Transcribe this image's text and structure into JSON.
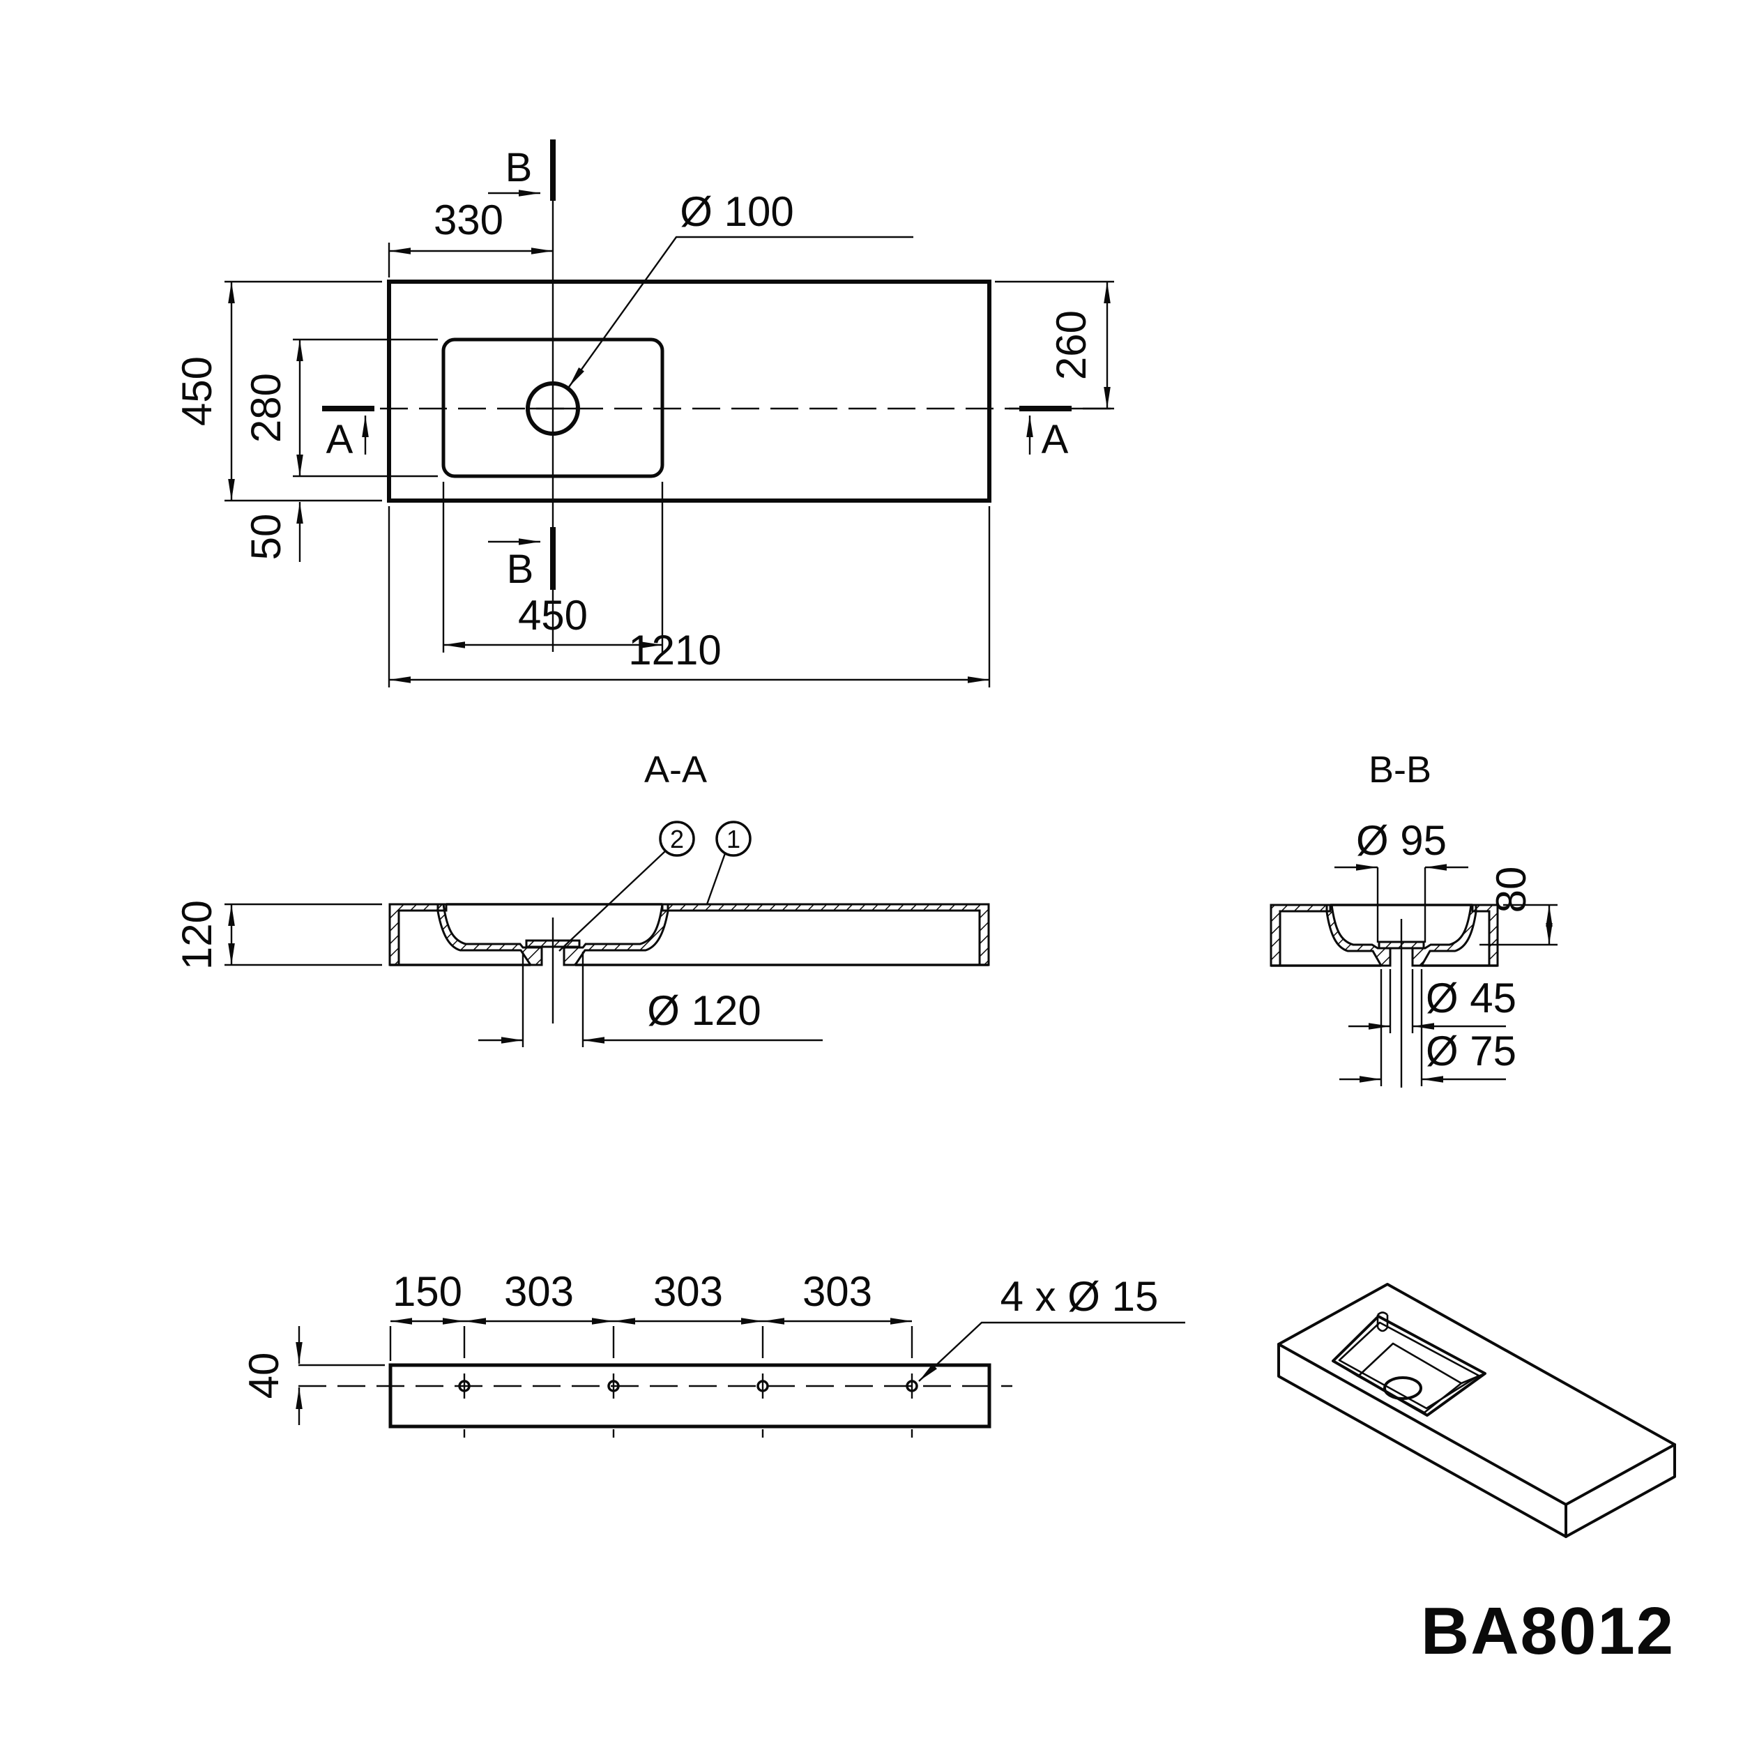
{
  "colors": {
    "ink": "#0a0a0a",
    "paper": "#ffffff"
  },
  "plan_view": {
    "dim_left_edge_to_drain": "330",
    "drain_hole_label": "Ø 100",
    "dim_overall_depth": "450",
    "dim_basin_depth": "280",
    "dim_basin_back_offset": "50",
    "dim_basin_width": "450",
    "dim_overall_width": "1210",
    "dim_centerline_from_top": "260",
    "section_a_label": "A",
    "section_b_label": "B"
  },
  "section_aa": {
    "title": "A-A",
    "dim_height": "120",
    "dim_drain_recess": "Ø 120",
    "balloon_insert": "2",
    "balloon_body": "1"
  },
  "section_bb": {
    "title": "B-B",
    "dim_recess_flat": "Ø 95",
    "dim_basin_inner_depth": "80",
    "dim_drain_hole": "Ø 45",
    "dim_drain_boss": "Ø 75"
  },
  "mounting_view": {
    "dim_edge_to_first_hole": "150",
    "dim_hole_spacing_1": "303",
    "dim_hole_spacing_2": "303",
    "dim_hole_spacing_3": "303",
    "dim_hole_height": "40",
    "holes_label": "4 x Ø 15"
  },
  "part_number": "BA8012"
}
